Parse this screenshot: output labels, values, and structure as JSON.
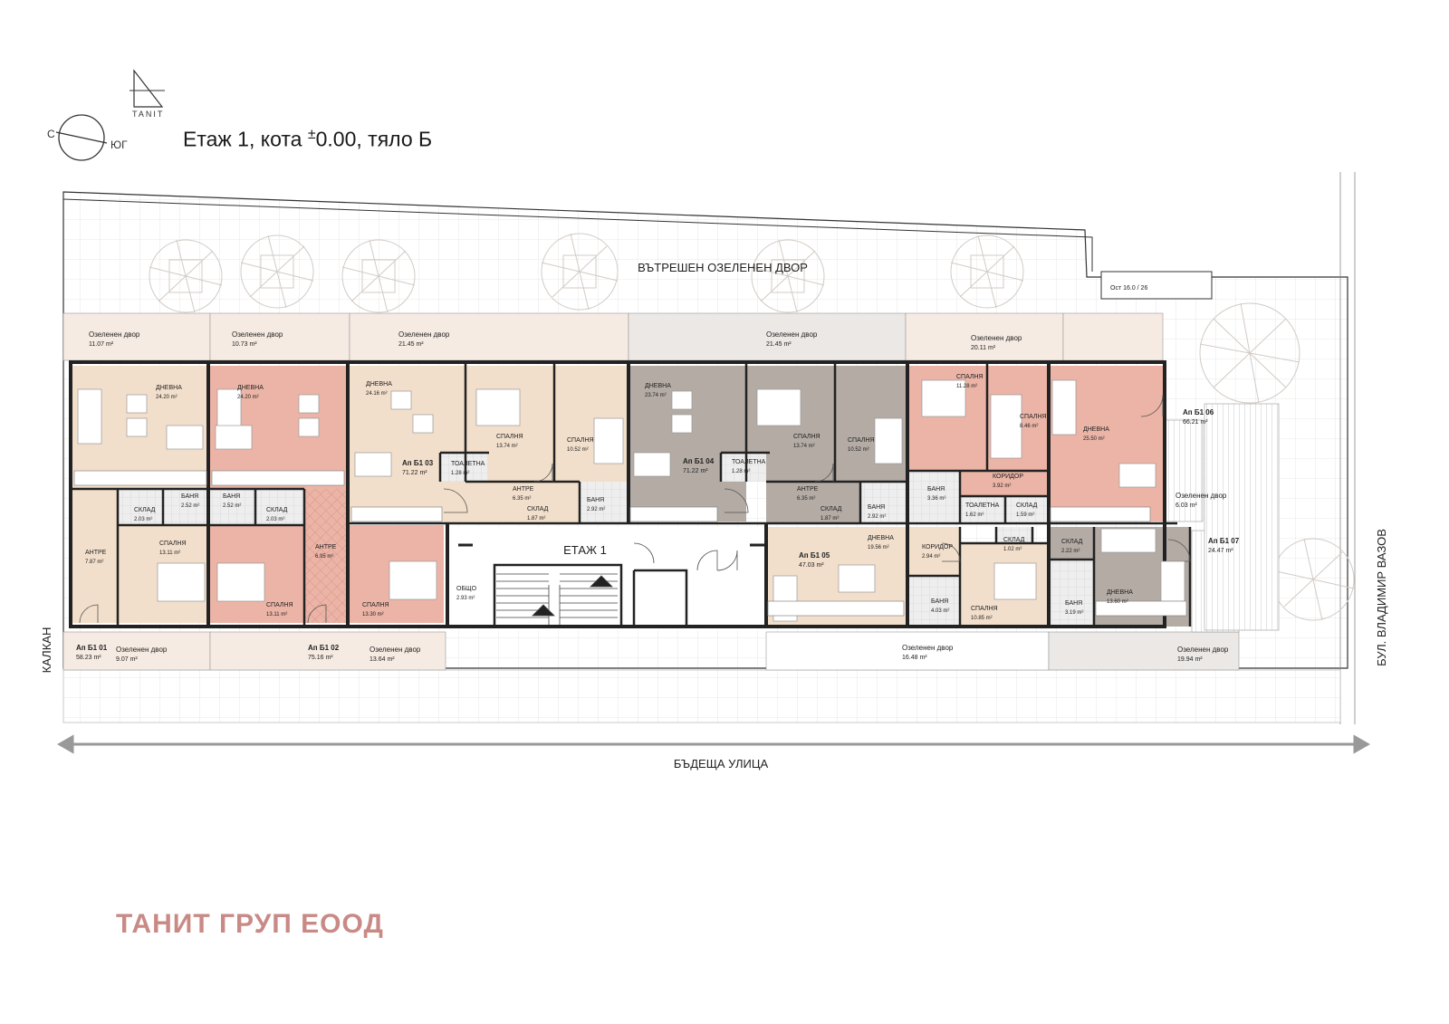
{
  "header": {
    "title_prefix": "Етаж 1, кота ",
    "title_pm": "±",
    "title_suffix": "0.00, тяло Б",
    "logo": "TANIT",
    "compass_north": "С",
    "compass_south": "ЮГ"
  },
  "site": {
    "courtyard": "ВЪТРЕШЕН ОЗЕЛЕНЕН ДВОР",
    "future_street": "БЪДЕЩА УЛИЦА",
    "boulevard": "БУЛ. ВЛАДИМИР ВАЗОВ",
    "firewall": "КАЛКАН",
    "stair_label": "ЕТАЖ 1",
    "ref_label": "Ост 16.0 / 26"
  },
  "company": "ТАНИТ ГРУП ЕООД",
  "colors": {
    "beige": "#f2dfcb",
    "pink": "#ebb4a6",
    "grey": "#b3aba4",
    "garden": "#f6ebe3",
    "garden_grey": "#ebe8e6",
    "wall": "#222222",
    "company": "#c98a86"
  },
  "gardens_top": [
    {
      "label": "Озеленен двор",
      "area": "11.07 m²"
    },
    {
      "label": "Озеленен двор",
      "area": "10.73 m²"
    },
    {
      "label": "Озеленен двор",
      "area": "21.45 m²"
    },
    {
      "label": "Озеленен двор",
      "area": "21.45 m²"
    },
    {
      "label": "Озеленен двор",
      "area": "20.11 m²"
    }
  ],
  "gardens_bottom": [
    {
      "label": "Озеленен двор",
      "area": "9.07 m²"
    },
    {
      "label": "Озеленен двор",
      "area": "13.64 m²"
    },
    {
      "label": "Озеленен двор",
      "area": "16.48 m²"
    },
    {
      "label": "Озеленен двор",
      "area": "19.94 m²"
    },
    {
      "label": "Озеленен двор",
      "area": "6.03 m²"
    }
  ],
  "apartments": [
    {
      "name": "Ап Б1 01",
      "area": "58.23 m²"
    },
    {
      "name": "Ап Б1 02",
      "area": "75.16 m²"
    },
    {
      "name": "Ап Б1 03",
      "area": "71.22 m²"
    },
    {
      "name": "Ап Б1 04",
      "area": "71.22 m²"
    },
    {
      "name": "Ап Б1 05",
      "area": "47.03 m²"
    },
    {
      "name": "Ап Б1 06",
      "area": "66.21 m²"
    },
    {
      "name": "Ап Б1 07",
      "area": "24.47 m²"
    }
  ],
  "rooms": [
    {
      "label": "ДНЕВНА",
      "area": "24.20 m²"
    },
    {
      "label": "ДНЕВНА",
      "area": "24.20 m²"
    },
    {
      "label": "ДНЕВНА",
      "area": "24.16 m²"
    },
    {
      "label": "СПАЛНЯ",
      "area": "13.74 m²"
    },
    {
      "label": "СПАЛНЯ",
      "area": "10.52 m²"
    },
    {
      "label": "ТОАЛЕТНА",
      "area": "1.28 m²"
    },
    {
      "label": "АНТРЕ",
      "area": "6.35 m²"
    },
    {
      "label": "СКЛАД",
      "area": "1.87 m²"
    },
    {
      "label": "БАНЯ",
      "area": "2.92 m²"
    },
    {
      "label": "ДНЕВНА",
      "area": "23.74 m²"
    },
    {
      "label": "СПАЛНЯ",
      "area": "13.74 m²"
    },
    {
      "label": "СПАЛНЯ",
      "area": "10.52 m²"
    },
    {
      "label": "ТОАЛЕТНА",
      "area": "1.28 m²"
    },
    {
      "label": "АНТРЕ",
      "area": "6.35 m²"
    },
    {
      "label": "СКЛАД",
      "area": "1.87 m²"
    },
    {
      "label": "БАНЯ",
      "area": "2.92 m²"
    },
    {
      "label": "СПАЛНЯ",
      "area": "11.28 m²"
    },
    {
      "label": "СПАЛНЯ",
      "area": "8.46 m²"
    },
    {
      "label": "ДНЕВНА",
      "area": "25.50 m²"
    },
    {
      "label": "КОРИДОР",
      "area": "3.92 m²"
    },
    {
      "label": "БАНЯ",
      "area": "3.36 m²"
    },
    {
      "label": "ТОАЛЕТНА",
      "area": "1.62 m²"
    },
    {
      "label": "СКЛАД",
      "area": "1.59 m²"
    },
    {
      "label": "БАНЯ",
      "area": "2.52 m²"
    },
    {
      "label": "СКЛАД",
      "area": "2.03 m²"
    },
    {
      "label": "БАНЯ",
      "area": "2.52 m²"
    },
    {
      "label": "СКЛАД",
      "area": "2.03 m²"
    },
    {
      "label": "АНТРЕ",
      "area": "7.87 m²"
    },
    {
      "label": "СПАЛНЯ",
      "area": "13.11 m²"
    },
    {
      "label": "СПАЛНЯ",
      "area": "13.11 m²"
    },
    {
      "label": "АНТРЕ",
      "area": "6.95 m²"
    },
    {
      "label": "СПАЛНЯ",
      "area": "13.30 m²"
    },
    {
      "label": "ОБЩО",
      "area": "2.93 m²"
    },
    {
      "label": "ДНЕВНА",
      "area": "19.56 m²"
    },
    {
      "label": "КОРИДОР",
      "area": "2.94 m²"
    },
    {
      "label": "БАНЯ",
      "area": "4.03 m²"
    },
    {
      "label": "СКЛАД",
      "area": "1.02 m²"
    },
    {
      "label": "СПАЛНЯ",
      "area": "10.85 m²"
    },
    {
      "label": "СКЛАД",
      "area": "2.22 m²"
    },
    {
      "label": "БАНЯ",
      "area": "3.19 m²"
    },
    {
      "label": "ДНЕВНА",
      "area": "13.60 m²"
    }
  ]
}
